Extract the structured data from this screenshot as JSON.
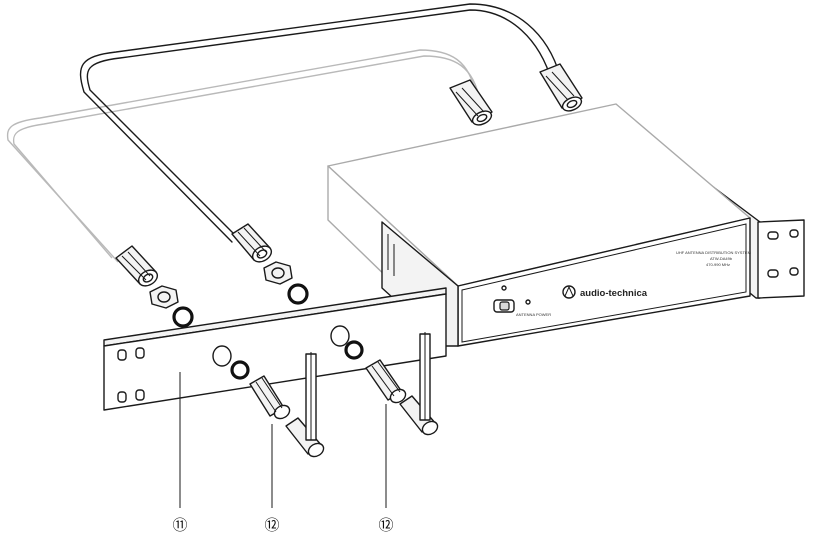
{
  "front_panel": {
    "brand": "audio-technica",
    "model_line_1": "UHF ANTENNA DISTRIBUTION SYSTEM",
    "model_line_2": "ATW-DA49b",
    "model_line_3": "470-990 MHz",
    "power_label": "ANTENNA POWER"
  },
  "callouts": [
    {
      "label": "⑪"
    },
    {
      "label": "⑫"
    },
    {
      "label": "⑫"
    }
  ]
}
